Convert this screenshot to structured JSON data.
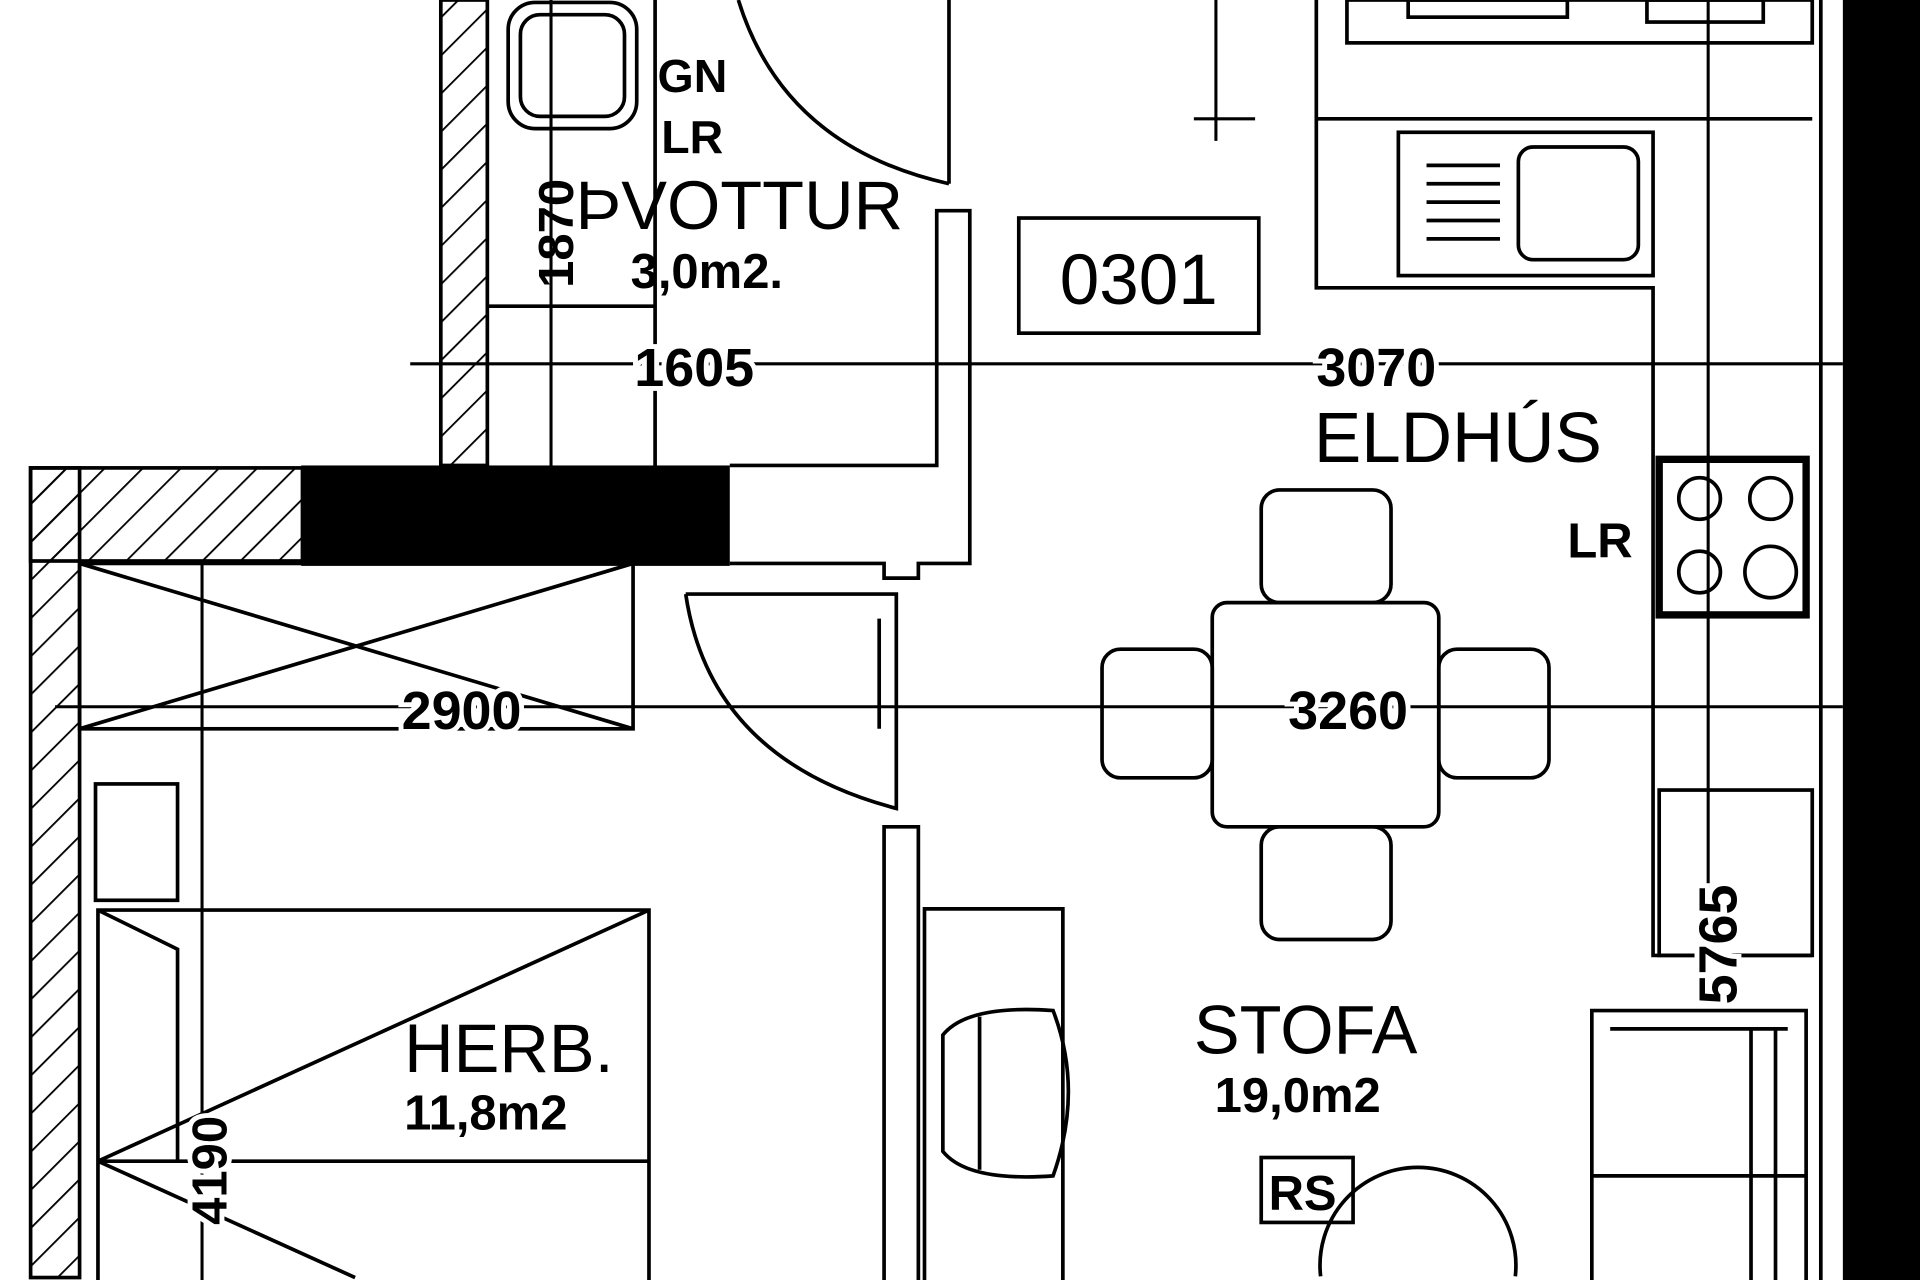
{
  "rooms": {
    "laundry": {
      "name": "ÞVOTTUR",
      "area": "3,0m2.",
      "tags": [
        "GN",
        "LR"
      ]
    },
    "kitchen": {
      "name": "ELDHÚS",
      "tag": "LR"
    },
    "living": {
      "name": "STOFA",
      "area": "19,0m2",
      "tag": "RS"
    },
    "bedroom": {
      "name": "HERB.",
      "area": "11,8m2"
    }
  },
  "apartment_number": "0301",
  "dimensions": {
    "d1870": "1870",
    "d1605": "1605",
    "d3070": "3070",
    "d2900": "2900",
    "d3260": "3260",
    "d5765": "5765",
    "d4190": "4190"
  }
}
